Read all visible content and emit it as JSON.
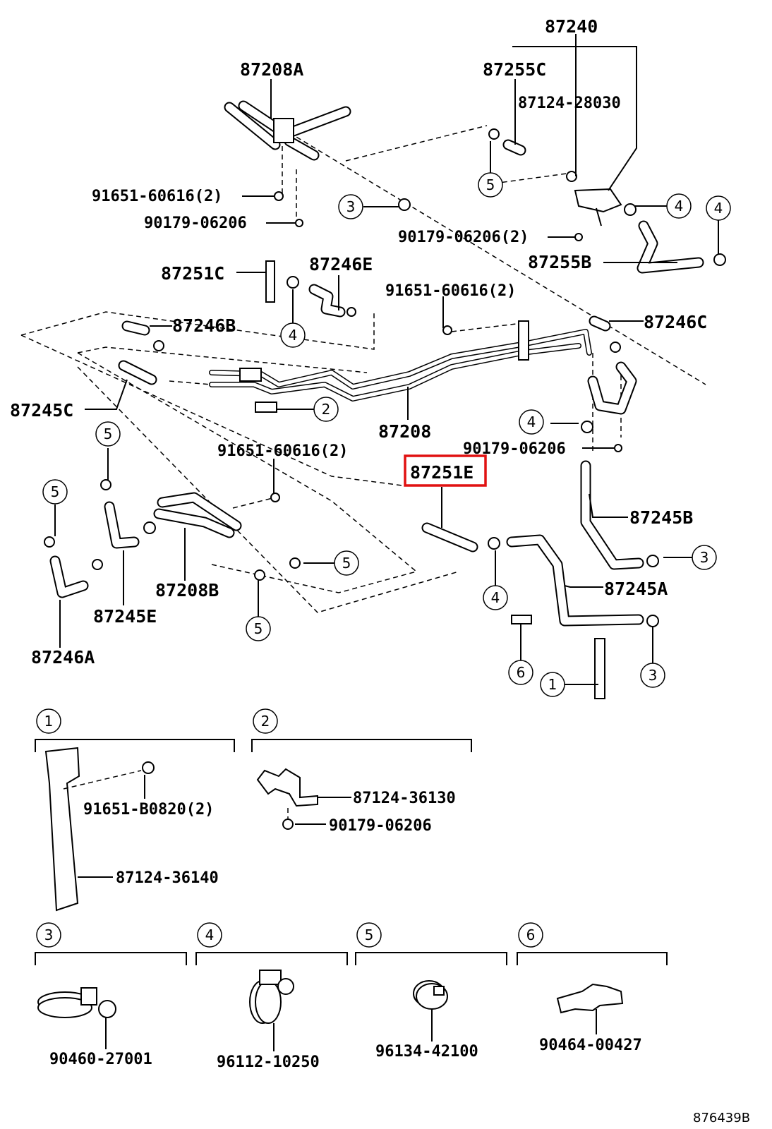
{
  "labels": {
    "p87240": "87240",
    "p87255C": "87255C",
    "p87124_28030": "87124-28030",
    "p87208A": "87208A",
    "p91651_top": "91651-60616(2)",
    "p90179_top": "90179-06206",
    "p90179_2": "90179-06206(2)",
    "p87255B": "87255B",
    "p87251C": "87251C",
    "p87246E": "87246E",
    "p91651_mid": "91651-60616(2)",
    "p87246C": "87246C",
    "p87246B": "87246B",
    "p87245C": "87245C",
    "p87208": "87208",
    "p90179_mid": "90179-06206",
    "p91651_low": "91651-60616(2)",
    "p87251E": "87251E",
    "p87245B": "87245B",
    "p87208B": "87208B",
    "p87245A": "87245A",
    "p87245E": "87245E",
    "p87246A": "87246A"
  },
  "callouts": [
    "1",
    "2",
    "3",
    "4",
    "5",
    "6"
  ],
  "highlight_color": "#e11111",
  "legend": {
    "g1": {
      "num": "1",
      "part_a": "91651-B0820(2)",
      "part_b": "87124-36140"
    },
    "g2": {
      "num": "2",
      "part_a": "87124-36130",
      "part_b": "90179-06206"
    },
    "g3": {
      "num": "3",
      "part": "90460-27001"
    },
    "g4": {
      "num": "4",
      "part": "96112-10250"
    },
    "g5": {
      "num": "5",
      "part": "96134-42100"
    },
    "g6": {
      "num": "6",
      "part": "90464-00427"
    }
  },
  "figure_id": "876439B"
}
